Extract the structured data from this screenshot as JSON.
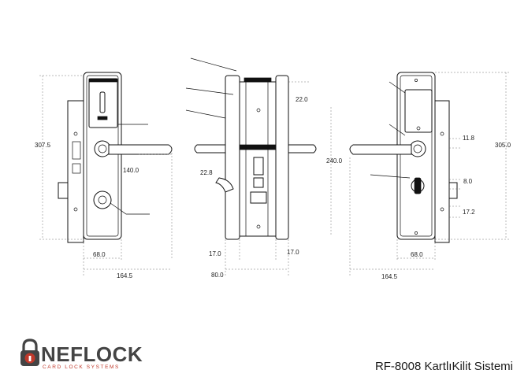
{
  "drawing": {
    "dimensions": {
      "front_height": "307.5",
      "handle_length": "140.0",
      "front_plate_width": "68.0",
      "front_total_width": "164.5",
      "side_top_offset": "22.0",
      "side_mortise_height": "240.0",
      "side_knob_depth": "22.8",
      "side_left_depth": "17.0",
      "side_right_depth": "17.0",
      "side_total_depth": "80.0",
      "back_offset_a": "11.8",
      "back_height": "305.0",
      "back_offset_b": "8.0",
      "back_offset_c": "17.2",
      "back_plate_width": "68.0",
      "back_total_width": "164.5"
    }
  },
  "brand": {
    "name": "NEFLOCK",
    "tagline": "CARD LOCK SYSTEMS",
    "color_primary": "#444444",
    "color_accent": "#c0392b"
  },
  "product": {
    "title": "RF-8008 KartlıKilit Sistemi"
  }
}
